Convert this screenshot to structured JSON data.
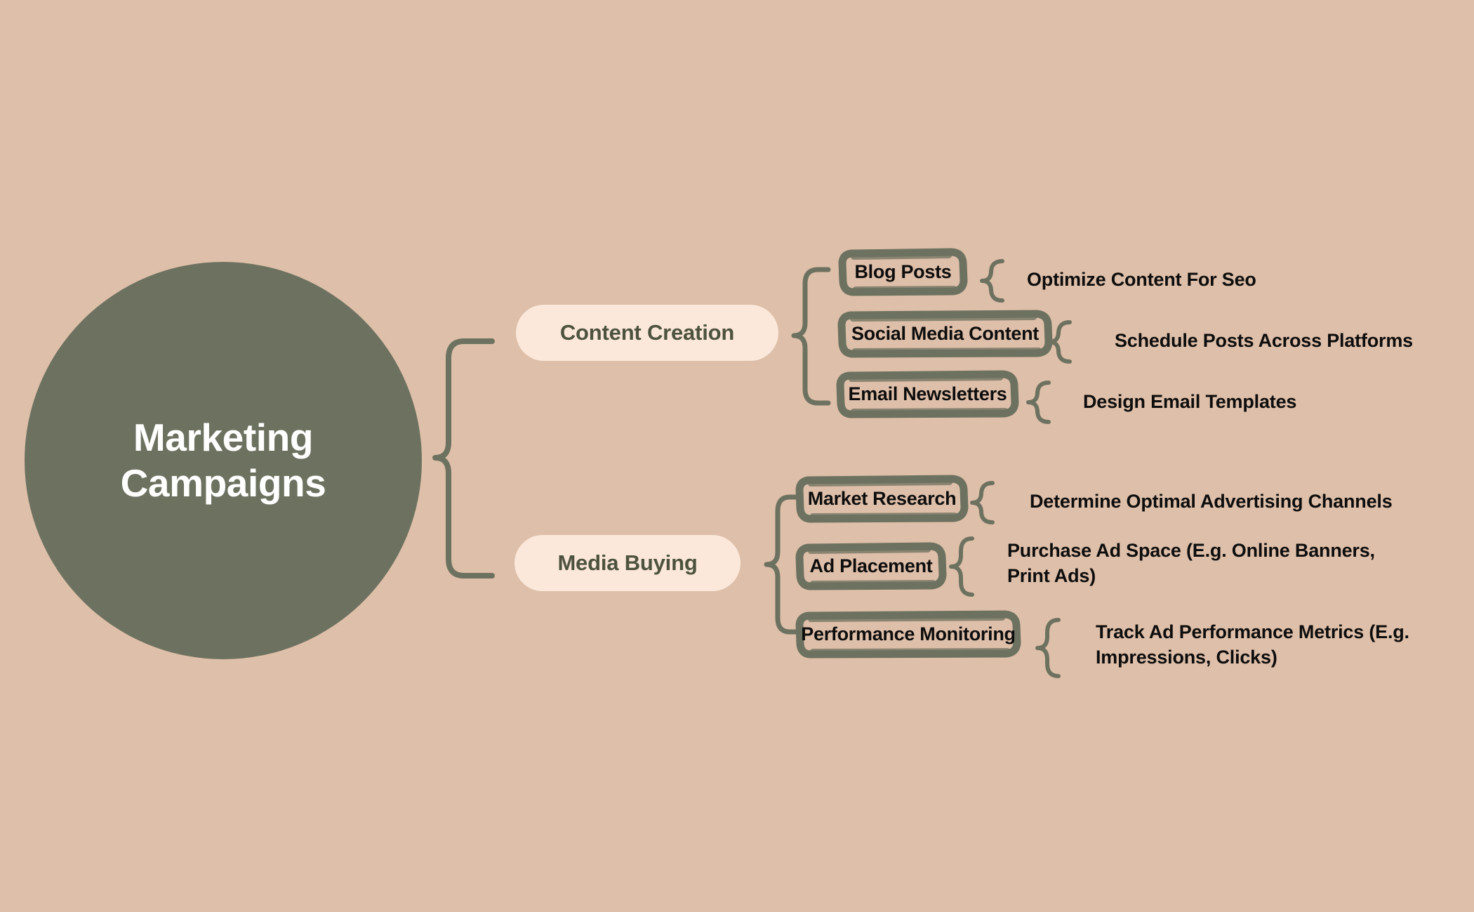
{
  "diagram": {
    "type": "mind-map",
    "title": "Marketing Campaigns",
    "root": {
      "label": "Marketing\nCampaigns"
    },
    "colors": {
      "background": "#debfa9",
      "root_fill": "#6d7260",
      "root_text": "#ffffff",
      "pill_fill": "#fbe8da",
      "pill_text": "#4d523f",
      "stroke": "#6d7260",
      "leaf_text": "#0d0d0d"
    },
    "branches": [
      {
        "label": "Content Creation",
        "nodes": [
          {
            "label": "Blog Posts",
            "leaf": "Optimize Content For Seo"
          },
          {
            "label": "Social Media Content",
            "leaf": "Schedule Posts Across Platforms"
          },
          {
            "label": "Email Newsletters",
            "leaf": "Design Email Templates"
          }
        ]
      },
      {
        "label": "Media Buying",
        "nodes": [
          {
            "label": "Market Research",
            "leaf": "Determine Optimal Advertising Channels"
          },
          {
            "label": "Ad Placement",
            "leaf": "Purchase Ad Space (E.g. Online Banners, Print Ads)"
          },
          {
            "label": "Performance Monitoring",
            "leaf": "Track Ad Performance Metrics (E.g. Impressions, Clicks)"
          }
        ]
      }
    ]
  }
}
